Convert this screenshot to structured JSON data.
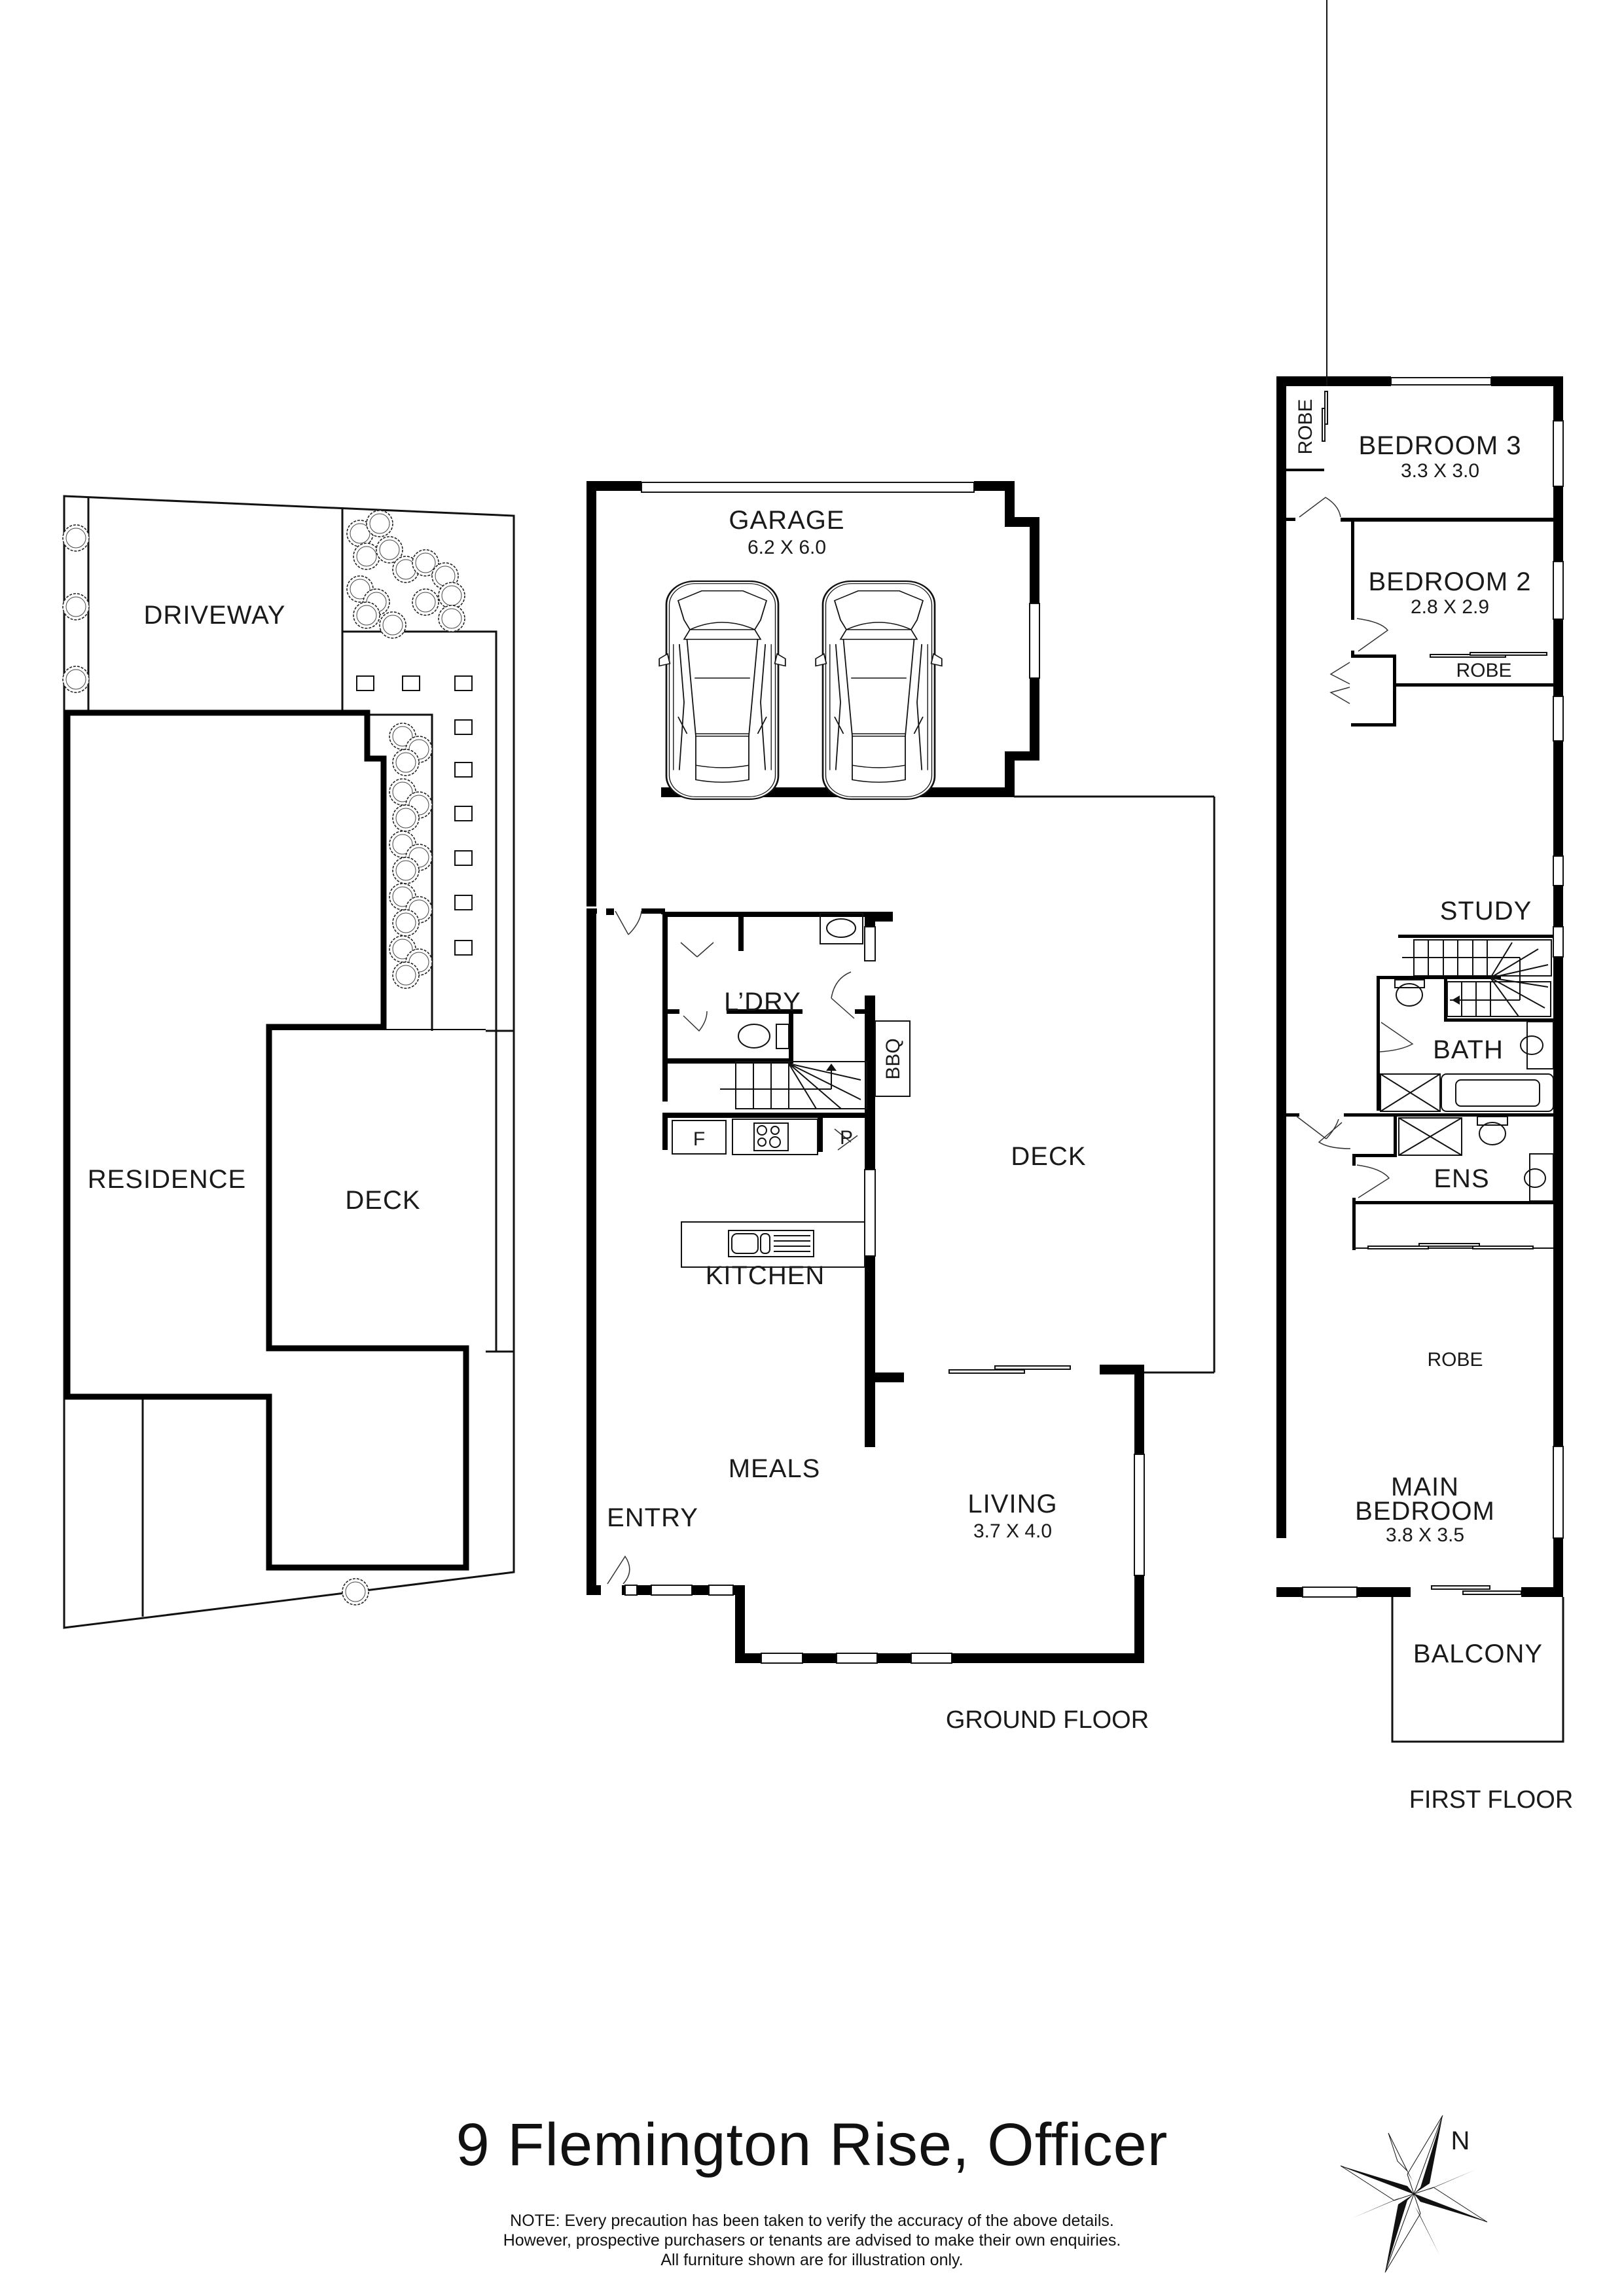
{
  "title": "9 Flemington Rise, Officer",
  "disclaimer": {
    "line1": "NOTE: Every precaution has been taken to verify the accuracy of the above details.",
    "line2": "However, prospective purchasers or tenants are advised to make their own enquiries.",
    "line3": "All furniture shown are for illustration only."
  },
  "compass": {
    "north_label": "N",
    "icon": "compass-rose-icon"
  },
  "site_plan": {
    "labels": {
      "driveway": "DRIVEWAY",
      "residence": "RESIDENCE",
      "deck": "DECK"
    }
  },
  "ground_floor": {
    "floor_label": "GROUND FLOOR",
    "rooms": {
      "garage": {
        "name": "GARAGE",
        "size": "6.2 X 6.0"
      },
      "laundry": {
        "name": "L’DRY"
      },
      "bbq": {
        "name": "BBQ"
      },
      "deck": {
        "name": "DECK"
      },
      "kitchen": {
        "name": "KITCHEN"
      },
      "fridge": {
        "name": "F"
      },
      "pantry": {
        "name": "P"
      },
      "meals": {
        "name": "MEALS"
      },
      "entry": {
        "name": "ENTRY"
      },
      "living": {
        "name": "LIVING",
        "size": "3.7 X 4.0"
      }
    }
  },
  "first_floor": {
    "floor_label": "FIRST FLOOR",
    "rooms": {
      "robe_bed3": {
        "name": "ROBE"
      },
      "bedroom3": {
        "name": "BEDROOM 3",
        "size": "3.3 X 3.0"
      },
      "bedroom2": {
        "name": "BEDROOM 2",
        "size": "2.8 X 2.9"
      },
      "robe_bed2": {
        "name": "ROBE"
      },
      "study": {
        "name": "STUDY"
      },
      "bath": {
        "name": "BATH"
      },
      "ensuite": {
        "name": "ENS"
      },
      "robe_main": {
        "name": "ROBE"
      },
      "main_bedroom": {
        "name_line1": "MAIN",
        "name_line2": "BEDROOM",
        "size": "3.8 X 3.5"
      },
      "balcony": {
        "name": "BALCONY"
      }
    }
  }
}
